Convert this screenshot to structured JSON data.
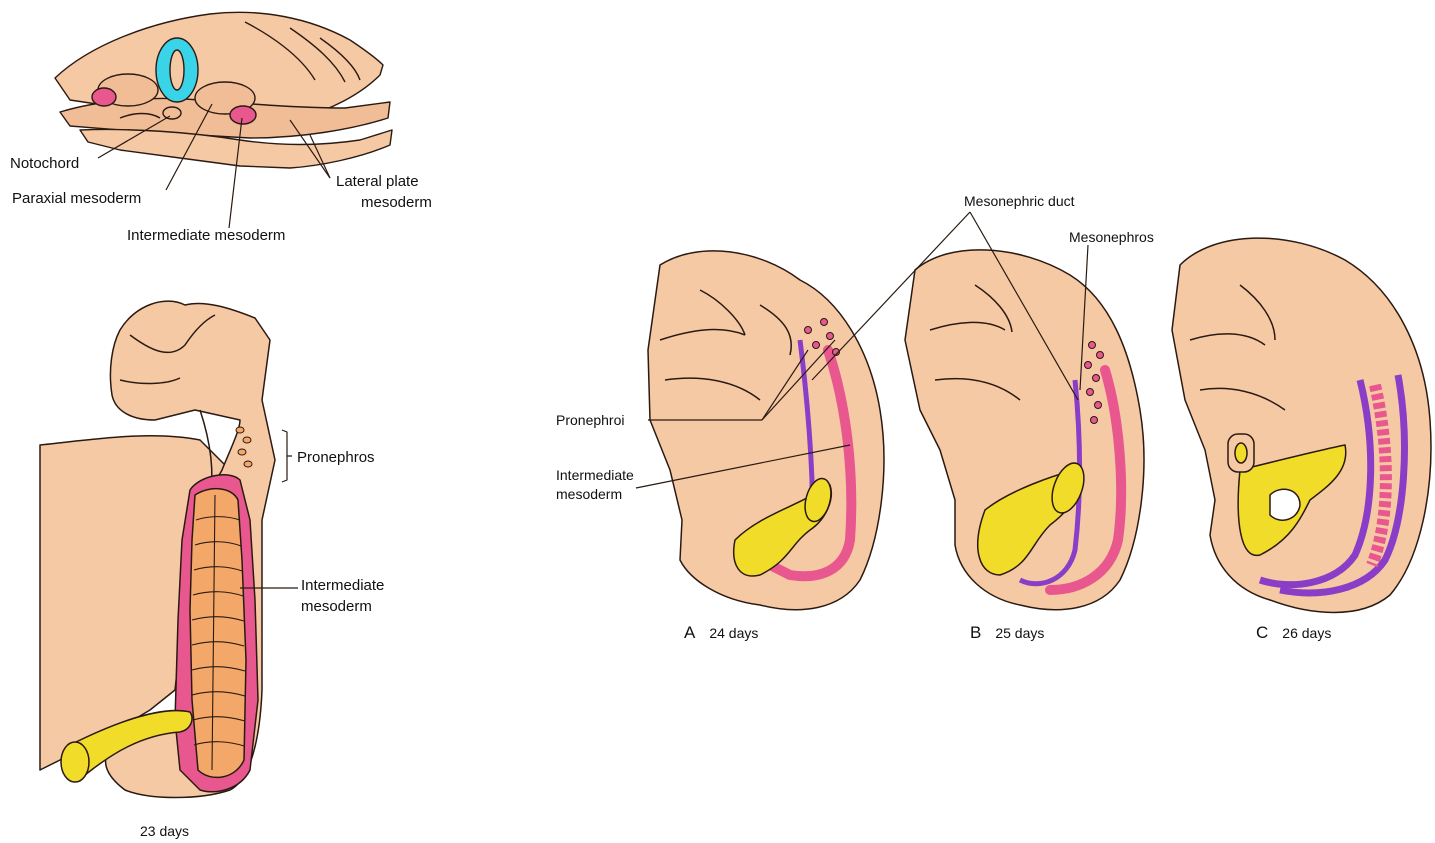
{
  "colors": {
    "tissue": "#f6c9a5",
    "tissue_dark": "#e9a984",
    "outline": "#2a1a12",
    "neural_tube": "#3ad4e8",
    "intermediate_mesoderm": "#e8588f",
    "mesonephric_duct": "#8a3ec8",
    "yolk": "#f2dc2a",
    "somite": "#f3a86a"
  },
  "cross_section": {
    "labels": {
      "notochord": "Notochord",
      "paraxial": "Paraxial mesoderm",
      "intermediate": "Intermediate mesoderm",
      "lateral_plate_line1": "Lateral plate",
      "lateral_plate_line2": "mesoderm"
    }
  },
  "embryo_23": {
    "labels": {
      "pronephros": "Pronephros",
      "intermediate_line1": "Intermediate",
      "intermediate_line2": "mesoderm"
    },
    "caption": "23 days"
  },
  "stages": {
    "labels": {
      "mesonephric_duct": "Mesonephric duct",
      "mesonephros": "Mesonephros",
      "pronephroi": "Pronephroi",
      "intermediate_line1": "Intermediate",
      "intermediate_line2": "mesoderm"
    },
    "panels": [
      {
        "letter": "A",
        "age": "24 days"
      },
      {
        "letter": "B",
        "age": "25 days"
      },
      {
        "letter": "C",
        "age": "26 days"
      }
    ]
  }
}
